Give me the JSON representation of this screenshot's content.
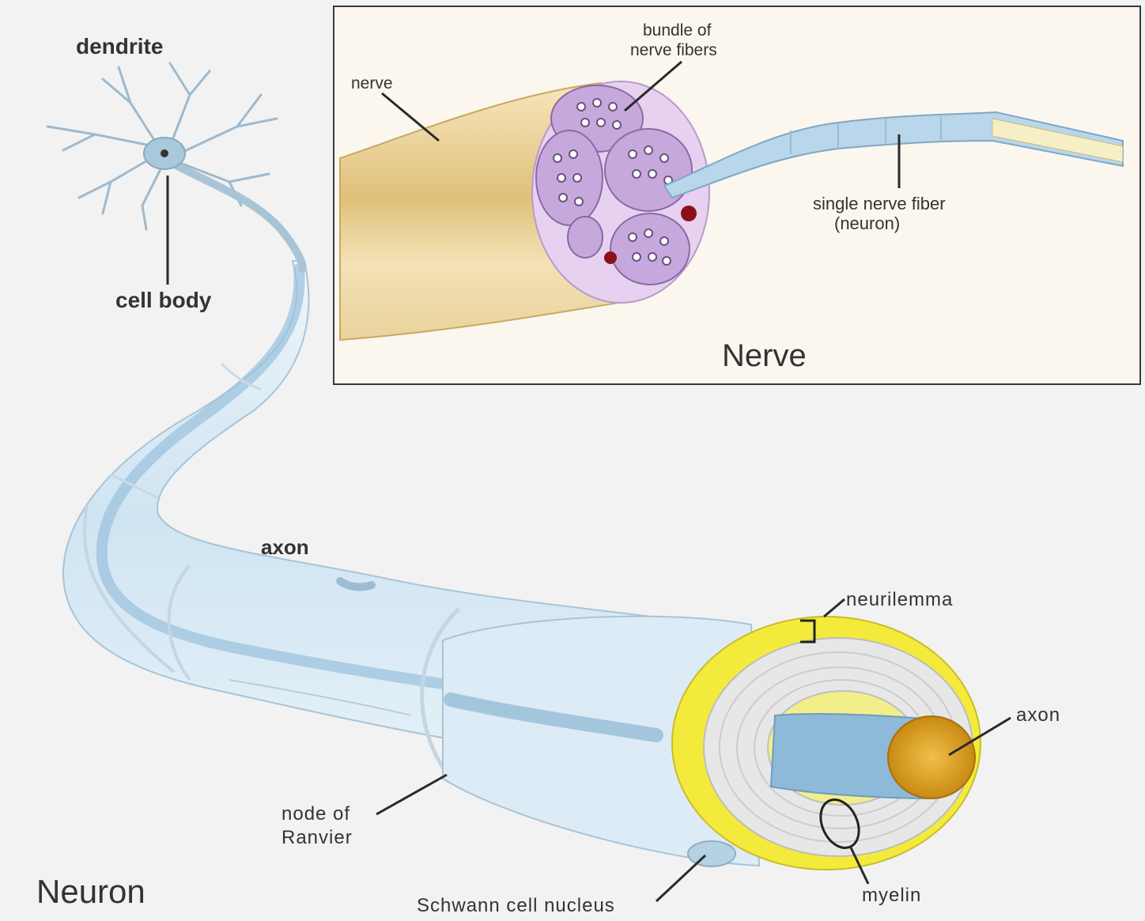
{
  "neuron": {
    "title": "Neuron",
    "labels": {
      "dendrite": "dendrite",
      "cell_body": "cell body",
      "axon_top": "axon",
      "neurilemma": "neurilemma",
      "axon_core": "axon",
      "node_line1": "node of",
      "node_line2": "Ranvier",
      "schwann": "Schwann cell nucleus",
      "myelin": "myelin"
    }
  },
  "nerve_inset": {
    "title": "Nerve",
    "labels": {
      "nerve": "nerve",
      "bundle_line1": "bundle of",
      "bundle_line2": "nerve fibers",
      "fiber_line1": "single nerve fiber",
      "fiber_line2": "(neuron)"
    }
  },
  "colors": {
    "background": "#f2f2f3",
    "inset_background": "#fbf7ef",
    "nerve_tan": "#ecd6a0",
    "bundle_purple": "#cdb3e0",
    "myelin_yellow": "#f3e83a",
    "axon_blue": "#b9d6ea",
    "axon_core_orange": "#d89a18"
  }
}
